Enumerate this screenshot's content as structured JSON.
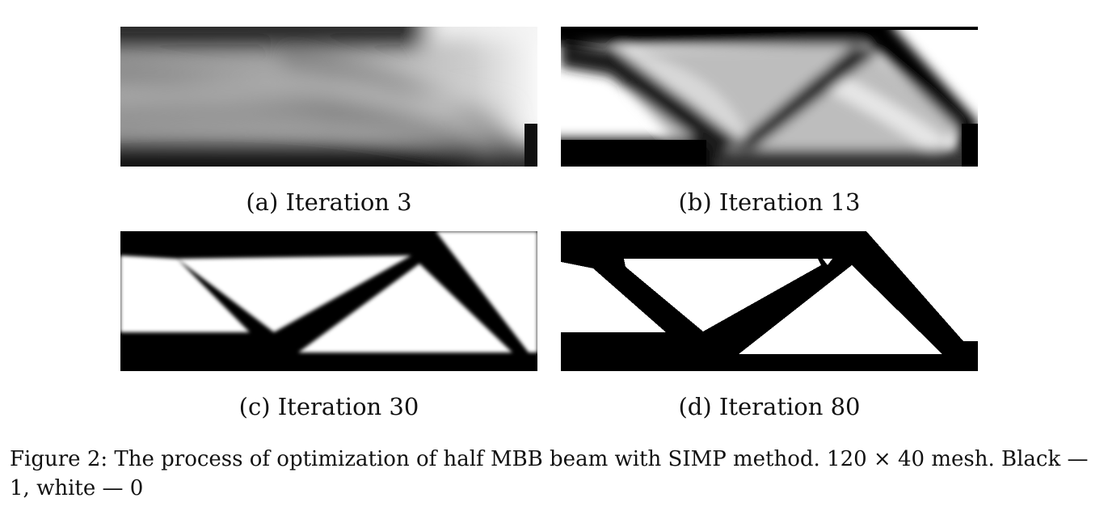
{
  "figure": {
    "panels": [
      {
        "id": "a",
        "caption": "(a) Iteration 3"
      },
      {
        "id": "b",
        "caption": "(b) Iteration 13"
      },
      {
        "id": "c",
        "caption": "(c) Iteration 30"
      },
      {
        "id": "d",
        "caption": "(d) Iteration 80"
      }
    ],
    "caption": "Figure 2: The process of optimization of half MBB beam with SIMP method. 120 × 40 mesh. Black — 1, white — 0"
  }
}
